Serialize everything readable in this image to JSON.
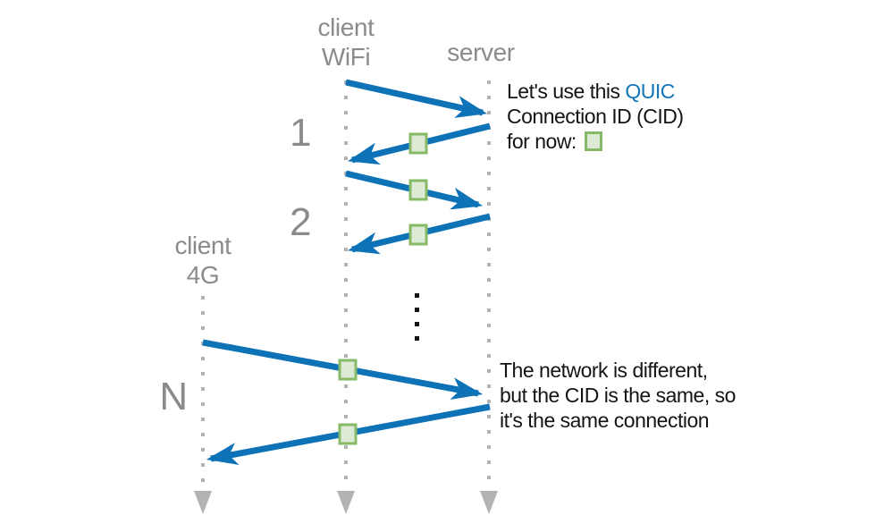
{
  "colors": {
    "arrow_blue": "#0e72b7",
    "quic_blue": "#1376b9",
    "cid_fill": "#ddead6",
    "cid_border": "#86ba67",
    "gray_text": "#8b8b8b",
    "lifeline_gray": "#b3b3b3",
    "text_black": "#141414"
  },
  "lifelines": {
    "client_wifi": {
      "line1": "client",
      "line2": "WiFi"
    },
    "server": {
      "line1": "server"
    },
    "client_4g": {
      "line1": "client",
      "line2": "4G"
    }
  },
  "steps": {
    "s1": "1",
    "s2": "2",
    "sN": "N"
  },
  "annotations": {
    "cid_note": {
      "line1_prefix": "Let's use this ",
      "line1_highlight": "QUIC",
      "line2": "Connection ID (CID)",
      "line3": "for now:"
    },
    "migration_note": {
      "line1": "The network is different,",
      "line2": "but the CID is the same, so",
      "line3": "it's the same connection"
    }
  }
}
